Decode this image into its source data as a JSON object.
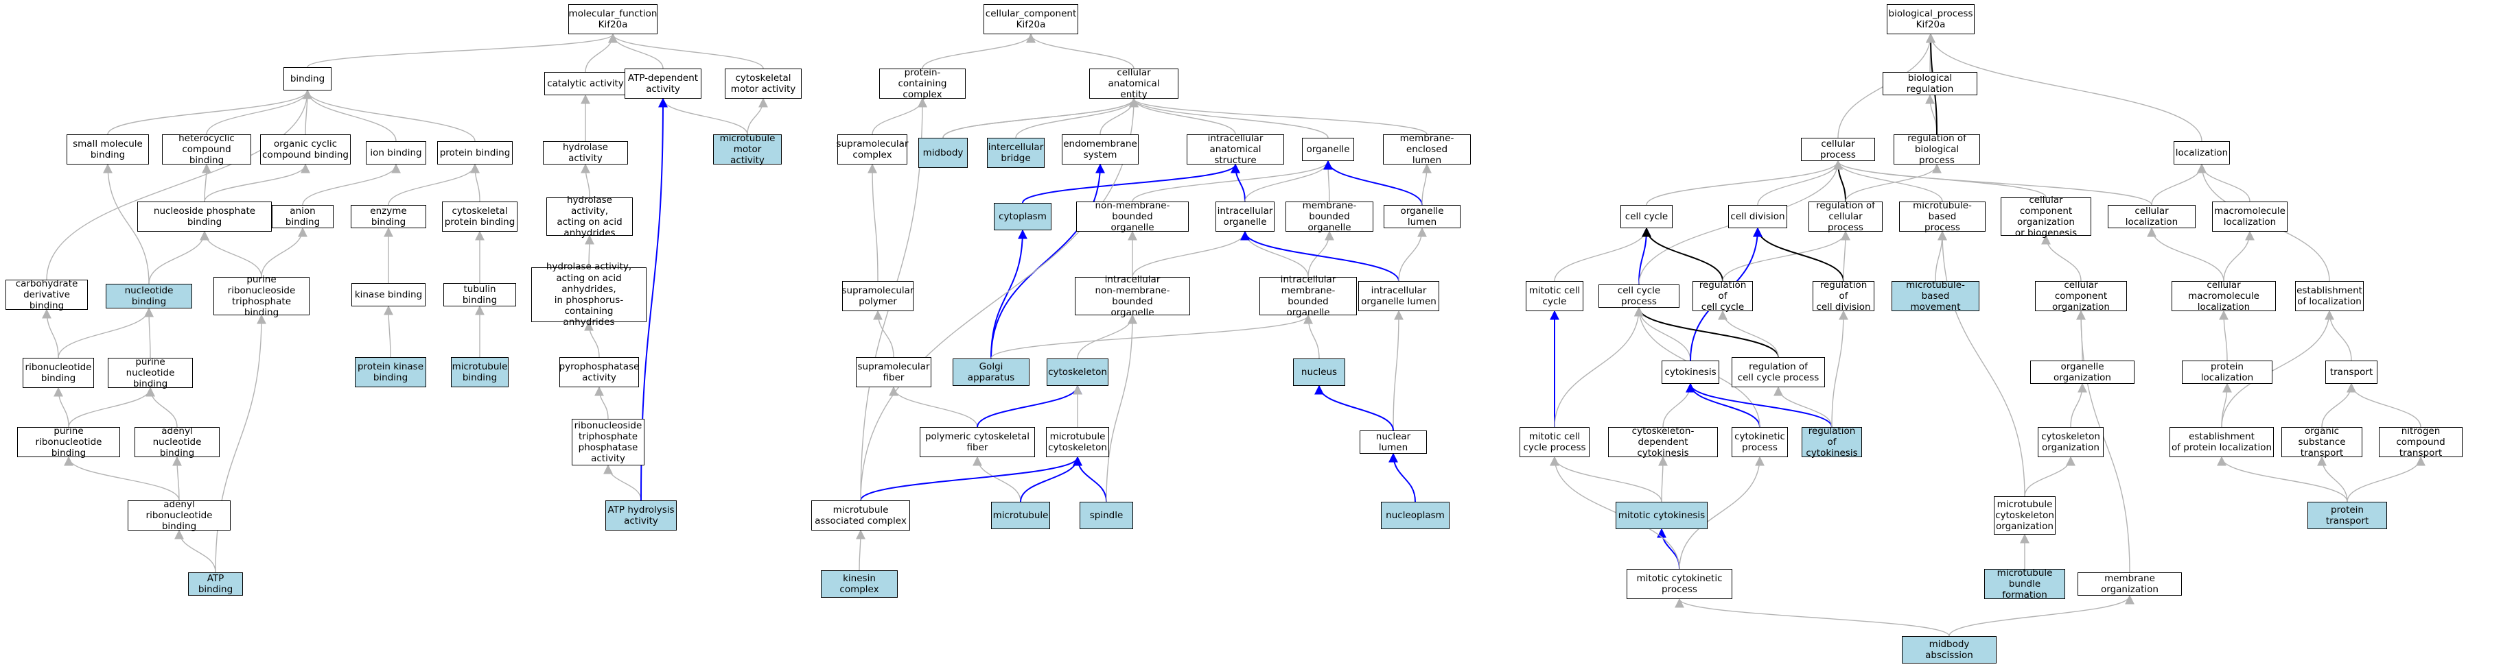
{
  "colors": {
    "highlight": "#add8e6",
    "gray_edge": "#b3b3b3",
    "black_edge": "#000000",
    "blue_edge": "#0000ff"
  },
  "nodes": [
    {
      "id": "mf",
      "label": "molecular_function\nKif20a",
      "hl": false
    },
    {
      "id": "binding",
      "label": "binding",
      "hl": false
    },
    {
      "id": "catalytic",
      "label": "catalytic activity",
      "hl": false
    },
    {
      "id": "atpdep",
      "label": "ATP-dependent\nactivity",
      "hl": false
    },
    {
      "id": "cytomotor",
      "label": "cytoskeletal\nmotor activity",
      "hl": false
    },
    {
      "id": "smallmol",
      "label": "small molecule\nbinding",
      "hl": false
    },
    {
      "id": "heterocyclic",
      "label": "heterocyclic\ncompound binding",
      "hl": false
    },
    {
      "id": "orgcyclic",
      "label": "organic cyclic\ncompound binding",
      "hl": false
    },
    {
      "id": "ionbind",
      "label": "ion binding",
      "hl": false
    },
    {
      "id": "protbind",
      "label": "protein binding",
      "hl": false
    },
    {
      "id": "hydrolase",
      "label": "hydrolase activity",
      "hl": false
    },
    {
      "id": "mtmotor",
      "label": "microtubule\nmotor activity",
      "hl": true
    },
    {
      "id": "nucphos",
      "label": "nucleoside phosphate\nbinding",
      "hl": false
    },
    {
      "id": "anion",
      "label": "anion binding",
      "hl": false
    },
    {
      "id": "enzyme",
      "label": "enzyme binding",
      "hl": false
    },
    {
      "id": "cytoprot",
      "label": "cytoskeletal\nprotein binding",
      "hl": false
    },
    {
      "id": "hydacid",
      "label": "hydrolase activity,\nacting on acid\nanhydrides",
      "hl": false
    },
    {
      "id": "carbo",
      "label": "carbohydrate\nderivative binding",
      "hl": false
    },
    {
      "id": "nucleotide",
      "label": "nucleotide binding",
      "hl": true
    },
    {
      "id": "purribotri",
      "label": "purine ribonucleoside\ntriphosphate\nbinding",
      "hl": false
    },
    {
      "id": "kinase",
      "label": "kinase binding",
      "hl": false
    },
    {
      "id": "tubulin",
      "label": "tubulin binding",
      "hl": false
    },
    {
      "id": "hydphos",
      "label": "hydrolase activity,\nacting on acid\nanhydrides,\nin phosphorus-containing\nanhydrides",
      "hl": false
    },
    {
      "id": "ribonuc",
      "label": "ribonucleotide\nbinding",
      "hl": false
    },
    {
      "id": "purnuc",
      "label": "purine nucleotide\nbinding",
      "hl": false
    },
    {
      "id": "protkinase",
      "label": "protein kinase\nbinding",
      "hl": true
    },
    {
      "id": "mtbind",
      "label": "microtubule\nbinding",
      "hl": true
    },
    {
      "id": "pyrophos",
      "label": "pyrophosphatase\nactivity",
      "hl": false
    },
    {
      "id": "purribonuc",
      "label": "purine ribonucleotide\nbinding",
      "hl": false
    },
    {
      "id": "adenylnuc",
      "label": "adenyl nucleotide\nbinding",
      "hl": false
    },
    {
      "id": "ntpase",
      "label": "ribonucleoside\ntriphosphate\nphosphatase\nactivity",
      "hl": false
    },
    {
      "id": "adenylribo",
      "label": "adenyl ribonucleotide\nbinding",
      "hl": false
    },
    {
      "id": "atphyd",
      "label": "ATP hydrolysis\nactivity",
      "hl": true
    },
    {
      "id": "atpbind",
      "label": "ATP binding",
      "hl": true
    },
    {
      "id": "cc",
      "label": "cellular_component\nKif20a",
      "hl": false
    },
    {
      "id": "protcomplex",
      "label": "protein-containing\ncomplex",
      "hl": false
    },
    {
      "id": "cae",
      "label": "cellular anatomical\nentity",
      "hl": false
    },
    {
      "id": "supracomplex",
      "label": "supramolecular\ncomplex",
      "hl": false
    },
    {
      "id": "midbody",
      "label": "midbody",
      "hl": true
    },
    {
      "id": "icbridge",
      "label": "intercellular\nbridge",
      "hl": true
    },
    {
      "id": "endomem",
      "label": "endomembrane\nsystem",
      "hl": false
    },
    {
      "id": "icas",
      "label": "intracellular\nanatomical structure",
      "hl": false
    },
    {
      "id": "organelle",
      "label": "organelle",
      "hl": false
    },
    {
      "id": "memlumen",
      "label": "membrane-enclosed\nlumen",
      "hl": false
    },
    {
      "id": "cytoplasm",
      "label": "cytoplasm",
      "hl": true
    },
    {
      "id": "nonmemorg",
      "label": "non-membrane-bounded\norganelle",
      "hl": false
    },
    {
      "id": "icorg",
      "label": "intracellular\norganelle",
      "hl": false
    },
    {
      "id": "memorg",
      "label": "membrane-bounded\norganelle",
      "hl": false
    },
    {
      "id": "orglumen",
      "label": "organelle lumen",
      "hl": false
    },
    {
      "id": "supapolymer",
      "label": "supramolecular\npolymer",
      "hl": false
    },
    {
      "id": "icnonmem",
      "label": "intracellular\nnon-membrane-bounded\norganelle",
      "hl": false
    },
    {
      "id": "icmem",
      "label": "intracellular\nmembrane-bounded\norganelle",
      "hl": false
    },
    {
      "id": "icorglumen",
      "label": "intracellular\norganelle lumen",
      "hl": false
    },
    {
      "id": "supafiber",
      "label": "supramolecular\nfiber",
      "hl": false
    },
    {
      "id": "golgi",
      "label": "Golgi apparatus",
      "hl": true
    },
    {
      "id": "cytoskeleton",
      "label": "cytoskeleton",
      "hl": true
    },
    {
      "id": "nucleus",
      "label": "nucleus",
      "hl": true
    },
    {
      "id": "polycytofiber",
      "label": "polymeric cytoskeletal\nfiber",
      "hl": false
    },
    {
      "id": "mtcyto",
      "label": "microtubule\ncytoskeleton",
      "hl": false
    },
    {
      "id": "nuclumen",
      "label": "nuclear lumen",
      "hl": false
    },
    {
      "id": "mtassoc",
      "label": "microtubule\nassociated complex",
      "hl": false
    },
    {
      "id": "microtubule",
      "label": "microtubule",
      "hl": true
    },
    {
      "id": "spindle",
      "label": "spindle",
      "hl": true
    },
    {
      "id": "nucleoplasm",
      "label": "nucleoplasm",
      "hl": true
    },
    {
      "id": "kinesin",
      "label": "kinesin complex",
      "hl": true
    },
    {
      "id": "bp",
      "label": "biological_process\nKif20a",
      "hl": false
    },
    {
      "id": "bioreg",
      "label": "biological regulation",
      "hl": false
    },
    {
      "id": "regbio",
      "label": "regulation of\nbiological process",
      "hl": false
    },
    {
      "id": "cellproc",
      "label": "cellular process",
      "hl": false
    },
    {
      "id": "localization",
      "label": "localization",
      "hl": false
    },
    {
      "id": "cellcycle",
      "label": "cell cycle",
      "hl": false
    },
    {
      "id": "celldiv",
      "label": "cell division",
      "hl": false
    },
    {
      "id": "regcellproc",
      "label": "regulation of\ncellular process",
      "hl": false
    },
    {
      "id": "mtbased",
      "label": "microtubule-based\nprocess",
      "hl": false
    },
    {
      "id": "ccorgbio",
      "label": "cellular component\norganization\nor biogenesis",
      "hl": false
    },
    {
      "id": "cellloc",
      "label": "cellular localization",
      "hl": false
    },
    {
      "id": "macroloc",
      "label": "macromolecule\nlocalization",
      "hl": false
    },
    {
      "id": "mitcc",
      "label": "mitotic cell\ncycle",
      "hl": false
    },
    {
      "id": "ccproc",
      "label": "cell cycle process",
      "hl": false
    },
    {
      "id": "regcc",
      "label": "regulation of\ncell cycle",
      "hl": false
    },
    {
      "id": "regcd",
      "label": "regulation of\ncell division",
      "hl": false
    },
    {
      "id": "mtmove",
      "label": "microtubule-based\nmovement",
      "hl": true
    },
    {
      "id": "ccorg",
      "label": "cellular component\norganization",
      "hl": false
    },
    {
      "id": "cellmacroloc",
      "label": "cellular macromolecule\nlocalization",
      "hl": false
    },
    {
      "id": "estloc",
      "label": "establishment\nof localization",
      "hl": false
    },
    {
      "id": "cytokinesis",
      "label": "cytokinesis",
      "hl": false
    },
    {
      "id": "regccproc",
      "label": "regulation of\ncell cycle process",
      "hl": false
    },
    {
      "id": "orgorg",
      "label": "organelle organization",
      "hl": false
    },
    {
      "id": "protloc",
      "label": "protein localization",
      "hl": false
    },
    {
      "id": "transport",
      "label": "transport",
      "hl": false
    },
    {
      "id": "mitccproc",
      "label": "mitotic cell\ncycle process",
      "hl": false
    },
    {
      "id": "cytodep",
      "label": "cytoskeleton-dependent\ncytokinesis",
      "hl": false
    },
    {
      "id": "cytokproc",
      "label": "cytokinetic\nprocess",
      "hl": false
    },
    {
      "id": "regcytok",
      "label": "regulation of\ncytokinesis",
      "hl": true
    },
    {
      "id": "cytoorg",
      "label": "cytoskeleton\norganization",
      "hl": false
    },
    {
      "id": "estprotloc",
      "label": "establishment\nof protein localization",
      "hl": false
    },
    {
      "id": "orgsubst",
      "label": "organic substance\ntransport",
      "hl": false
    },
    {
      "id": "nitro",
      "label": "nitrogen compound\ntransport",
      "hl": false
    },
    {
      "id": "mitcytok",
      "label": "mitotic cytokinesis",
      "hl": true
    },
    {
      "id": "mtcytoorg",
      "label": "microtubule\ncytoskeleton\norganization",
      "hl": false
    },
    {
      "id": "prottransport",
      "label": "protein transport",
      "hl": true
    },
    {
      "id": "mitcytokproc",
      "label": "mitotic cytokinetic\nprocess",
      "hl": false
    },
    {
      "id": "mtbundle",
      "label": "microtubule\nbundle formation",
      "hl": true
    },
    {
      "id": "memorgz",
      "label": "membrane organization",
      "hl": false
    },
    {
      "id": "midabs",
      "label": "midbody abscission",
      "hl": true
    }
  ],
  "edges": [
    [
      "binding",
      "mf",
      "g"
    ],
    [
      "catalytic",
      "mf",
      "g"
    ],
    [
      "atpdep",
      "mf",
      "g"
    ],
    [
      "cytomotor",
      "mf",
      "g"
    ],
    [
      "smallmol",
      "binding",
      "g"
    ],
    [
      "heterocyclic",
      "binding",
      "g"
    ],
    [
      "orgcyclic",
      "binding",
      "g"
    ],
    [
      "ionbind",
      "binding",
      "g"
    ],
    [
      "protbind",
      "binding",
      "g"
    ],
    [
      "hydrolase",
      "catalytic",
      "g"
    ],
    [
      "mtmotor",
      "atpdep",
      "g"
    ],
    [
      "mtmotor",
      "cytomotor",
      "g"
    ],
    [
      "nucphos",
      "heterocyclic",
      "g"
    ],
    [
      "nucphos",
      "orgcyclic",
      "g"
    ],
    [
      "anion",
      "ionbind",
      "g"
    ],
    [
      "enzyme",
      "protbind",
      "g"
    ],
    [
      "cytoprot",
      "protbind",
      "g"
    ],
    [
      "hydacid",
      "hydrolase",
      "g"
    ],
    [
      "carbo",
      "binding",
      "g"
    ],
    [
      "nucleotide",
      "smallmol",
      "g"
    ],
    [
      "nucleotide",
      "nucphos",
      "g"
    ],
    [
      "purribotri",
      "nucphos",
      "g"
    ],
    [
      "purribotri",
      "anion",
      "g"
    ],
    [
      "kinase",
      "enzyme",
      "g"
    ],
    [
      "tubulin",
      "cytoprot",
      "g"
    ],
    [
      "hydphos",
      "hydacid",
      "g"
    ],
    [
      "ribonuc",
      "carbo",
      "g"
    ],
    [
      "ribonuc",
      "nucleotide",
      "g"
    ],
    [
      "purnuc",
      "nucleotide",
      "g"
    ],
    [
      "protkinase",
      "kinase",
      "g"
    ],
    [
      "mtbind",
      "tubulin",
      "g"
    ],
    [
      "pyrophos",
      "hydphos",
      "g"
    ],
    [
      "purribonuc",
      "ribonuc",
      "g"
    ],
    [
      "purribonuc",
      "purnuc",
      "g"
    ],
    [
      "adenylnuc",
      "purnuc",
      "g"
    ],
    [
      "ntpase",
      "pyrophos",
      "g"
    ],
    [
      "adenylribo",
      "purribonuc",
      "g"
    ],
    [
      "adenylribo",
      "adenylnuc",
      "g"
    ],
    [
      "atphyd",
      "ntpase",
      "g"
    ],
    [
      "atphyd",
      "atpdep",
      "b"
    ],
    [
      "atpbind",
      "adenylribo",
      "g"
    ],
    [
      "atpbind",
      "purribotri",
      "g"
    ],
    [
      "protcomplex",
      "cc",
      "g"
    ],
    [
      "cae",
      "cc",
      "g"
    ],
    [
      "supracomplex",
      "protcomplex",
      "g"
    ],
    [
      "midbody",
      "cae",
      "g"
    ],
    [
      "icbridge",
      "cae",
      "g"
    ],
    [
      "endomem",
      "cae",
      "g"
    ],
    [
      "icas",
      "cae",
      "g"
    ],
    [
      "organelle",
      "cae",
      "g"
    ],
    [
      "memlumen",
      "cae",
      "g"
    ],
    [
      "cytoplasm",
      "icas",
      "b"
    ],
    [
      "nonmemorg",
      "organelle",
      "g"
    ],
    [
      "icorg",
      "icas",
      "b"
    ],
    [
      "icorg",
      "organelle",
      "g"
    ],
    [
      "memorg",
      "organelle",
      "g"
    ],
    [
      "orglumen",
      "organelle",
      "b"
    ],
    [
      "orglumen",
      "memlumen",
      "g"
    ],
    [
      "supapolymer",
      "supracomplex",
      "g"
    ],
    [
      "icnonmem",
      "nonmemorg",
      "g"
    ],
    [
      "icnonmem",
      "icorg",
      "g"
    ],
    [
      "icmem",
      "icorg",
      "g"
    ],
    [
      "icmem",
      "memorg",
      "g"
    ],
    [
      "icorglumen",
      "icorg",
      "b"
    ],
    [
      "icorglumen",
      "orglumen",
      "g"
    ],
    [
      "supafiber",
      "supapolymer",
      "g"
    ],
    [
      "golgi",
      "endomem",
      "b"
    ],
    [
      "golgi",
      "cytoplasm",
      "b"
    ],
    [
      "golgi",
      "icmem",
      "g"
    ],
    [
      "cytoskeleton",
      "icnonmem",
      "g"
    ],
    [
      "nucleus",
      "icmem",
      "g"
    ],
    [
      "polycytofiber",
      "supafiber",
      "g"
    ],
    [
      "polycytofiber",
      "cytoskeleton",
      "b"
    ],
    [
      "mtcyto",
      "cytoskeleton",
      "g"
    ],
    [
      "nuclumen",
      "icorglumen",
      "g"
    ],
    [
      "nuclumen",
      "nucleus",
      "b"
    ],
    [
      "mtassoc",
      "protcomplex",
      "g"
    ],
    [
      "microtubule",
      "polycytofiber",
      "g"
    ],
    [
      "microtubule",
      "mtcyto",
      "b"
    ],
    [
      "spindle",
      "mtcyto",
      "b"
    ],
    [
      "spindle",
      "icnonmem",
      "g"
    ],
    [
      "nucleoplasm",
      "nuclumen",
      "b"
    ],
    [
      "kinesin",
      "mtassoc",
      "g"
    ],
    [
      "mtassoc",
      "mtcyto",
      "b"
    ],
    [
      "midbody",
      "cae",
      "g"
    ],
    [
      "mtassoc",
      "cae",
      "g"
    ],
    [
      "bioreg",
      "bp",
      "g"
    ],
    [
      "regbio",
      "bioreg",
      "g"
    ],
    [
      "regbio",
      "bp",
      "k"
    ],
    [
      "cellproc",
      "bp",
      "g"
    ],
    [
      "localization",
      "bp",
      "g"
    ],
    [
      "cellcycle",
      "cellproc",
      "g"
    ],
    [
      "celldiv",
      "cellproc",
      "g"
    ],
    [
      "regcellproc",
      "cellproc",
      "k"
    ],
    [
      "regcellproc",
      "regbio",
      "g"
    ],
    [
      "mtbased",
      "cellproc",
      "g"
    ],
    [
      "ccorgbio",
      "cellproc",
      "g"
    ],
    [
      "cellloc",
      "cellproc",
      "g"
    ],
    [
      "cellloc",
      "localization",
      "g"
    ],
    [
      "macroloc",
      "localization",
      "g"
    ],
    [
      "mitcc",
      "cellcycle",
      "g"
    ],
    [
      "ccproc",
      "cellcycle",
      "b"
    ],
    [
      "ccproc",
      "cellproc",
      "g"
    ],
    [
      "regcc",
      "cellcycle",
      "k"
    ],
    [
      "regcc",
      "regcellproc",
      "g"
    ],
    [
      "regcd",
      "celldiv",
      "k"
    ],
    [
      "regcd",
      "regcellproc",
      "g"
    ],
    [
      "mtmove",
      "mtbased",
      "g"
    ],
    [
      "ccorg",
      "ccorgbio",
      "g"
    ],
    [
      "cellmacroloc",
      "cellloc",
      "g"
    ],
    [
      "cellmacroloc",
      "macroloc",
      "g"
    ],
    [
      "estloc",
      "localization",
      "g"
    ],
    [
      "cytokinesis",
      "ccproc",
      "g"
    ],
    [
      "cytokinesis",
      "celldiv",
      "b"
    ],
    [
      "regccproc",
      "ccproc",
      "k"
    ],
    [
      "regccproc",
      "regcc",
      "g"
    ],
    [
      "orgorg",
      "ccorg",
      "g"
    ],
    [
      "protloc",
      "cellmacroloc",
      "g"
    ],
    [
      "transport",
      "estloc",
      "g"
    ],
    [
      "mitccproc",
      "mitcc",
      "b"
    ],
    [
      "mitccproc",
      "ccproc",
      "g"
    ],
    [
      "cytodep",
      "cytokinesis",
      "g"
    ],
    [
      "cytokproc",
      "cytokinesis",
      "b"
    ],
    [
      "cytokproc",
      "ccproc",
      "g"
    ],
    [
      "regcytok",
      "cytokinesis",
      "b"
    ],
    [
      "regcytok",
      "regccproc",
      "g"
    ],
    [
      "regcytok",
      "regcd",
      "g"
    ],
    [
      "cytoorg",
      "orgorg",
      "g"
    ],
    [
      "estprotloc",
      "protloc",
      "g"
    ],
    [
      "estprotloc",
      "estloc",
      "g"
    ],
    [
      "orgsubst",
      "transport",
      "g"
    ],
    [
      "nitro",
      "transport",
      "g"
    ],
    [
      "mitcytok",
      "mitccproc",
      "g"
    ],
    [
      "mitcytok",
      "cytodep",
      "g"
    ],
    [
      "mtcytoorg",
      "cytoorg",
      "g"
    ],
    [
      "mtcytoorg",
      "mtbased",
      "g"
    ],
    [
      "prottransport",
      "estprotloc",
      "g"
    ],
    [
      "prottransport",
      "orgsubst",
      "g"
    ],
    [
      "prottransport",
      "nitro",
      "g"
    ],
    [
      "mitcytokproc",
      "mitcytok",
      "b"
    ],
    [
      "mitcytokproc",
      "mitccproc",
      "g"
    ],
    [
      "mitcytokproc",
      "cytokproc",
      "g"
    ],
    [
      "mtbundle",
      "mtcytoorg",
      "g"
    ],
    [
      "memorgz",
      "ccorg",
      "g"
    ],
    [
      "midabs",
      "mitcytokproc",
      "g"
    ],
    [
      "midabs",
      "memorgz",
      "g"
    ]
  ]
}
